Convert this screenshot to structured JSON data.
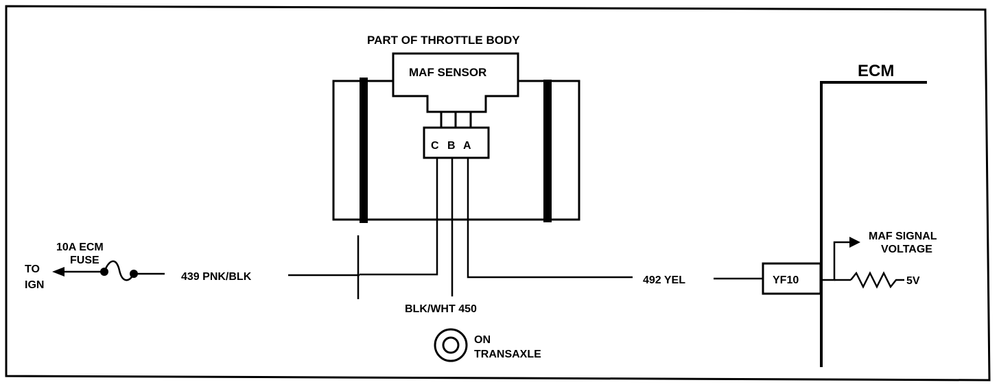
{
  "labels": {
    "throttle_body": "PART OF THROTTLE BODY",
    "maf_sensor": "MAF SENSOR",
    "pin_c": "C",
    "pin_b": "B",
    "pin_a": "A",
    "ecm": "ECM",
    "fuse_line1": "10A ECM",
    "fuse_line2": "FUSE",
    "to_line1": "TO",
    "to_line2": "IGN",
    "wire_439": "439 PNK/BLK",
    "wire_492": "492 YEL",
    "wire_450": "BLK/WHT 450",
    "ground_line1": "ON",
    "ground_line2": "TRANSAXLE",
    "yf10": "YF10",
    "maf_signal_line1": "MAF SIGNAL",
    "maf_signal_line2": "VOLTAGE",
    "five_v": "5V"
  },
  "colors": {
    "ink": "#000000",
    "paper": "#ffffff"
  }
}
